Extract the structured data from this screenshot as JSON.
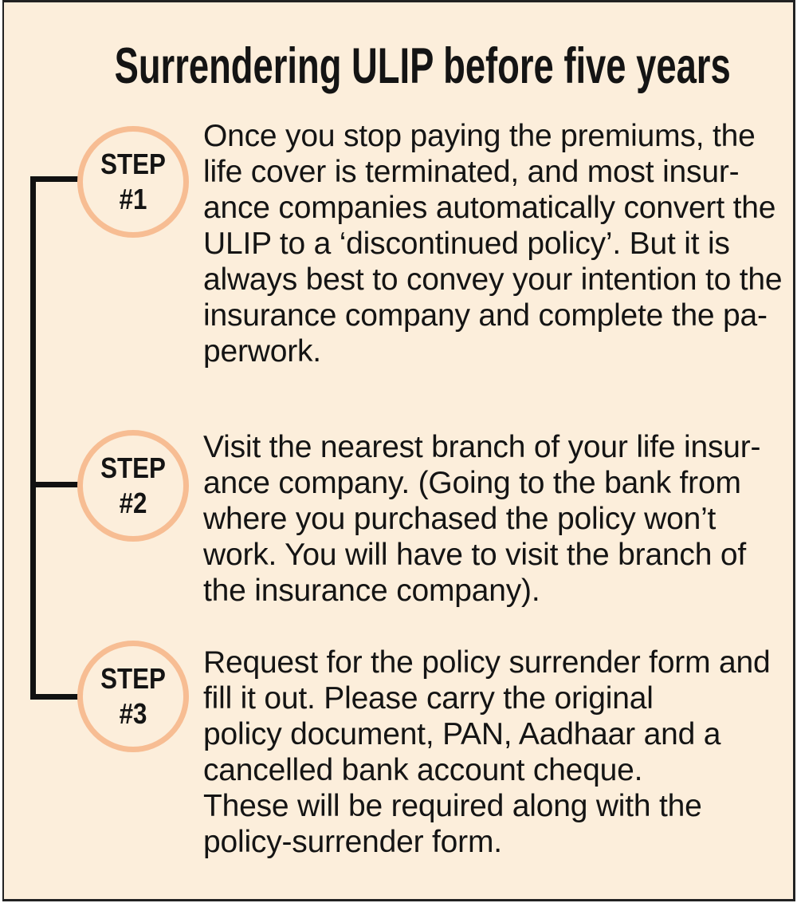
{
  "title": "Surrendering ULIP before five years",
  "steps": [
    {
      "label": "STEP\n#1",
      "text": "Once you stop paying the premiums, the\nlife cover is terminated, and most insur-\nance companies automatically convert the\nULIP to a ‘discontinued policy’. But it is\nalways best to convey your intention to the\ninsurance company and complete the pa-\nperwork."
    },
    {
      "label": "STEP\n#2",
      "text": "Visit the nearest branch of your life insur-\nance company. (Going to the bank from\nwhere you purchased the policy won’t\nwork. You will have to visit the branch of\nthe insurance company)."
    },
    {
      "label": "STEP\n#3",
      "text": "Request for the policy surrender form and\nfill it out. Please carry the original\npolicy document, PAN, Aadhaar and a\ncancelled bank account cheque.\nThese will be required along with the\npolicy-surrender form."
    }
  ],
  "colors": {
    "background": "#FCEEDB",
    "ring": "#F7BD93",
    "connector": "#111111",
    "text": "#141414",
    "border": "#222222"
  }
}
